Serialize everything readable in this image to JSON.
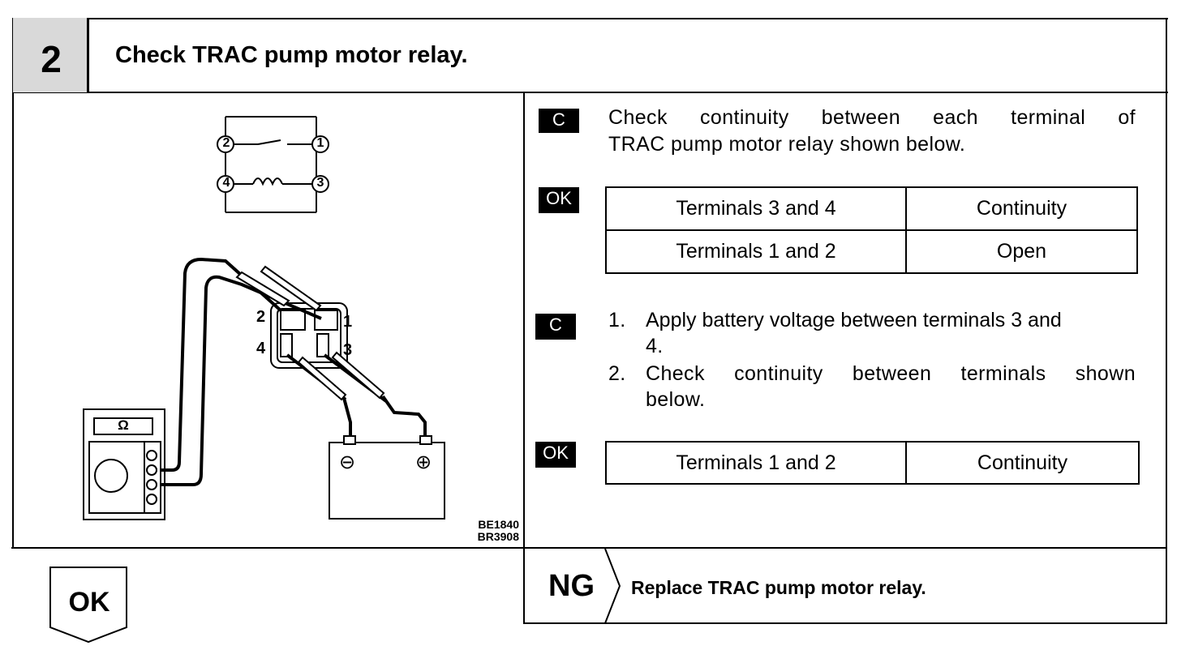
{
  "header": {
    "step": "2",
    "title": "Check TRAC pump motor relay."
  },
  "diagram": {
    "schematic_terminals": [
      "2",
      "1",
      "4",
      "3"
    ],
    "connector_labels": [
      "2",
      "1",
      "4",
      "3"
    ],
    "meter_symbol": "Ω",
    "battery_minus": "⊖",
    "battery_plus": "⊕",
    "figure_codes": [
      "BE1840",
      "BR3908"
    ]
  },
  "check1": {
    "tag": "C",
    "text": "Check continuity between each terminal of TRAC pump motor relay shown below.",
    "line1": "Check continuity between each terminal of",
    "line2": "TRAC pump motor relay shown below.",
    "ok_tag": "OK",
    "rows": [
      {
        "terminals": "Terminals 3 and 4",
        "condition": "Continuity"
      },
      {
        "terminals": "Terminals 1 and 2",
        "condition": "Open"
      }
    ]
  },
  "check2": {
    "tag": "C",
    "step1_num": "1.",
    "step1_line1": "Apply battery voltage between terminals 3 and",
    "step1_line2": "4.",
    "step2_num": "2.",
    "step2_line1": "Check continuity between terminals shown",
    "step2_line2": "below.",
    "ok_tag": "OK",
    "rows": [
      {
        "terminals": "Terminals 1 and 2",
        "condition": "Continuity"
      }
    ]
  },
  "result": {
    "ng_label": "NG",
    "ng_action": "Replace TRAC pump motor relay.",
    "ok_label": "OK"
  }
}
